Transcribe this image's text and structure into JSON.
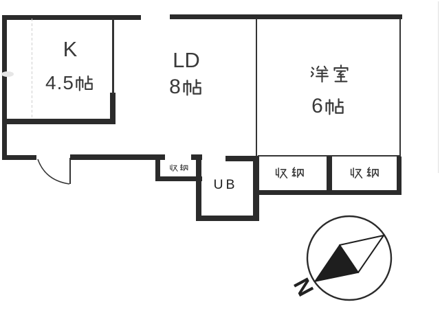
{
  "floorplan": {
    "rooms": {
      "kitchen": {
        "name": "K",
        "size": "4.5帖"
      },
      "living_dining": {
        "name": "LD",
        "size": "8帖"
      },
      "western_room": {
        "name": "洋室",
        "size": "6帖"
      },
      "unit_bath": {
        "name": "UB"
      },
      "hall_closet": {
        "label": "収納"
      },
      "closet_west": {
        "label": "収納"
      },
      "closet_east": {
        "label": "収納"
      }
    },
    "compass": {
      "north_label": "N"
    },
    "colors": {
      "wall": "#2b2b2b",
      "thin_wall": "#333333",
      "label_text": "#3a3a3a",
      "needle_fill": "#1e1e1e",
      "background": "#ffffff"
    }
  }
}
